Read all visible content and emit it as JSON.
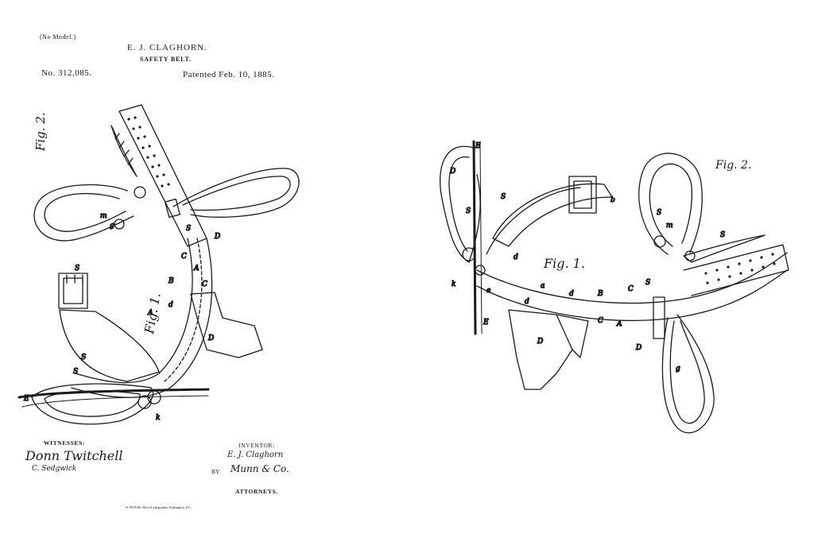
{
  "header": {
    "model_note": "(No Model.)",
    "inventor_name": "E. J. CLAGHORN.",
    "title": "SAFETY BELT.",
    "patent_number": "No. 312,085.",
    "patent_date": "Patented Feb. 10, 1885."
  },
  "figures": {
    "fig2_left": "Fig. 2.",
    "fig1_left": "Fig. 1.",
    "fig1_right": "Fig. 1.",
    "fig2_right": "Fig. 2."
  },
  "footer": {
    "witnesses_heading": "WITNESSES:",
    "witness_signature_1": "Donn Twitchell",
    "witness_signature_2": "C. Sedgwick",
    "inventor_heading": "INVENTOR:",
    "inventor_signature": "E. J. Claghorn",
    "by": "BY",
    "attorney_signature": "Munn & Co.",
    "attorneys_heading": "ATTORNEYS.",
    "engraver_credit": "N. PETERS, Photo-Lithographer, Washington, D.C."
  },
  "reference_letters": {
    "left": [
      "C",
      "S",
      "D",
      "B",
      "A",
      "d",
      "S",
      "C",
      "D",
      "m",
      "g",
      "S",
      "A",
      "E",
      "k",
      "S"
    ],
    "right": [
      "E",
      "D",
      "S",
      "S",
      "b",
      "d",
      "k",
      "e",
      "d",
      "a",
      "d",
      "B",
      "C",
      "S",
      "C",
      "A",
      "D",
      "D",
      "g",
      "m",
      "S",
      "S",
      "E"
    ]
  },
  "ink_color": "#1a1a1a",
  "paper_color": "#ffffff"
}
